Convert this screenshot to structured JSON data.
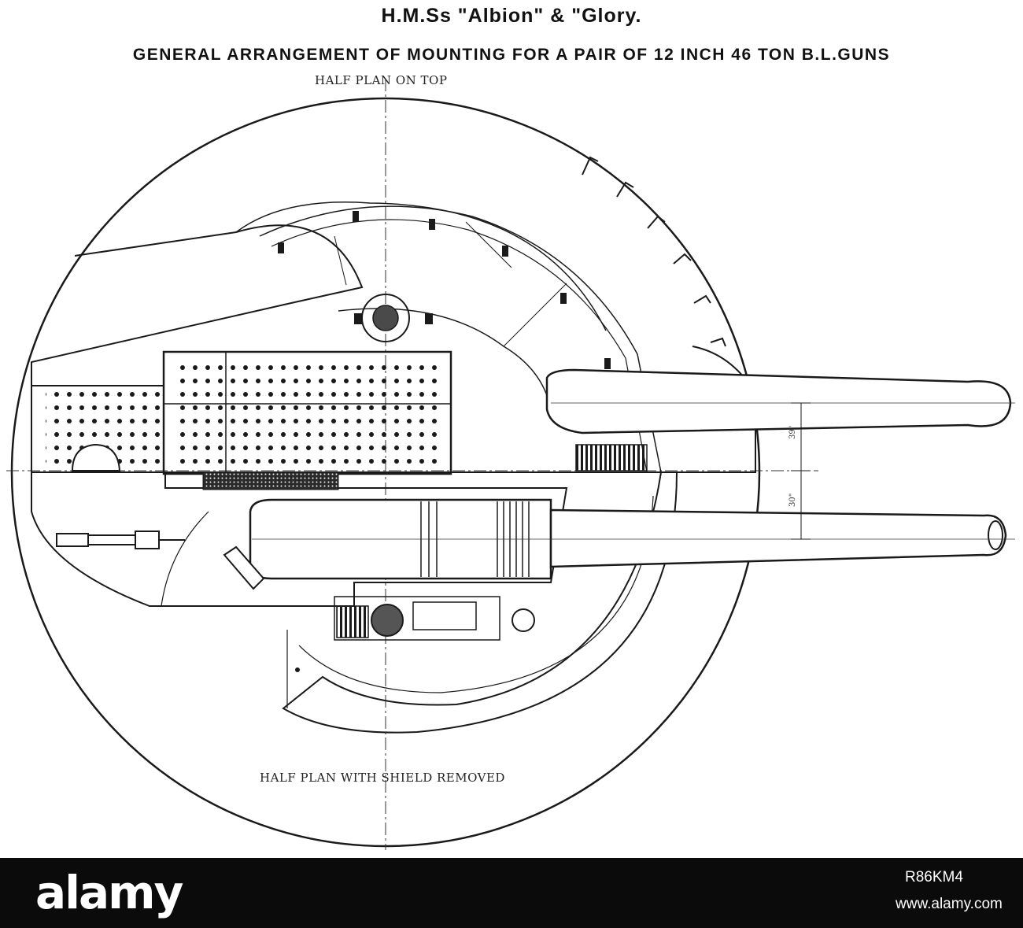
{
  "header": {
    "title": "H.M.Ss \"Albion\" & \"Glory.",
    "subtitle": "GENERAL ARRANGEMENT OF MOUNTING FOR A PAIR OF 12 INCH 46 TON B.L.GUNS"
  },
  "labels": {
    "top_half": "HALF PLAN ON TOP",
    "bottom_half": "HALF PLAN WITH SHIELD REMOVED"
  },
  "dimensions": {
    "upper": "39\"",
    "lower": "30\""
  },
  "watermark": {
    "brand": "alamy",
    "image_id": "R86KM4",
    "url": "www.alamy.com"
  },
  "colors": {
    "ink": "#1a1a1a",
    "paper": "#ffffff",
    "footer": "#0b0b0b"
  }
}
